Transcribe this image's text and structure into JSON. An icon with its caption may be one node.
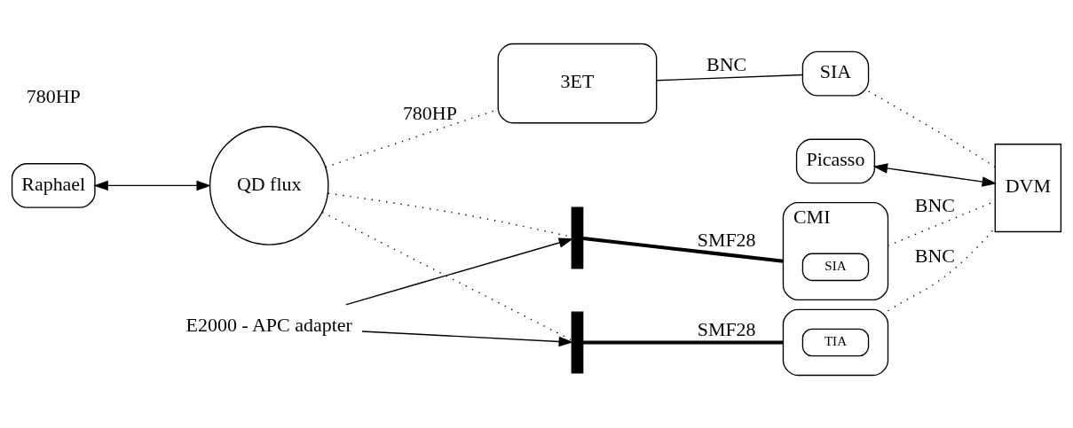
{
  "diagram": {
    "nodes": [
      {
        "text": [
          "Raphael"
        ]
      },
      {
        "text": [
          "QD flux"
        ]
      },
      {
        "text": [
          "3ET"
        ]
      },
      {
        "text": [
          "SIA"
        ]
      },
      {
        "text": [
          "Picasso"
        ]
      },
      {
        "text": [
          "CMI"
        ]
      },
      {
        "text": [
          "SIA"
        ],
        "in": 5
      },
      {
        "text": [
          "DVM"
        ]
      },
      {
        "text": [],
        "shape": "bar"
      },
      {
        "text": [
          "E2000 - APC adapter"
        ]
      },
      {
        "text": [],
        "shape": "bar"
      },
      {
        "text": [],
        "shape": "box"
      },
      {
        "text": [
          "TIA"
        ],
        "in": 11
      }
    ],
    "edges": [
      {
        "from": 0,
        "to": 1,
        "arrow": "both"
      },
      {
        "from": 1,
        "to": 2,
        "arrow": "none",
        "label": "780HP",
        "style": "dashed"
      },
      {
        "from": 1,
        "to": 8,
        "arrow": "none",
        "style": "dashed"
      },
      {
        "from": 1,
        "to": 10,
        "arrow": "none",
        "style": "dashed"
      },
      {
        "from": 8,
        "to": 5,
        "arrow": "none",
        "label": "SMF28",
        "style": "thick"
      },
      {
        "from": 10,
        "to": 11,
        "arrow": "none",
        "label": "SMF28",
        "style": "thick"
      },
      {
        "from": 2,
        "to": 3,
        "arrow": "none",
        "label": "BNC"
      },
      {
        "from": 3,
        "to": 7,
        "arrow": "none",
        "style": "dashed"
      },
      {
        "from": 5,
        "to": 7,
        "arrow": "none",
        "label": "BNC",
        "style": "dashed"
      },
      {
        "from": 11,
        "to": 7,
        "arrow": "none",
        "label": "BNC",
        "style": "dashed"
      },
      {
        "from": 4,
        "to": 7,
        "arrow": "both"
      },
      {
        "from": 9,
        "to": 8,
        "arrow": "to"
      },
      {
        "from": 9,
        "to": 10,
        "arrow": "to"
      }
    ],
    "labels": [
      "780HP"
    ]
  }
}
